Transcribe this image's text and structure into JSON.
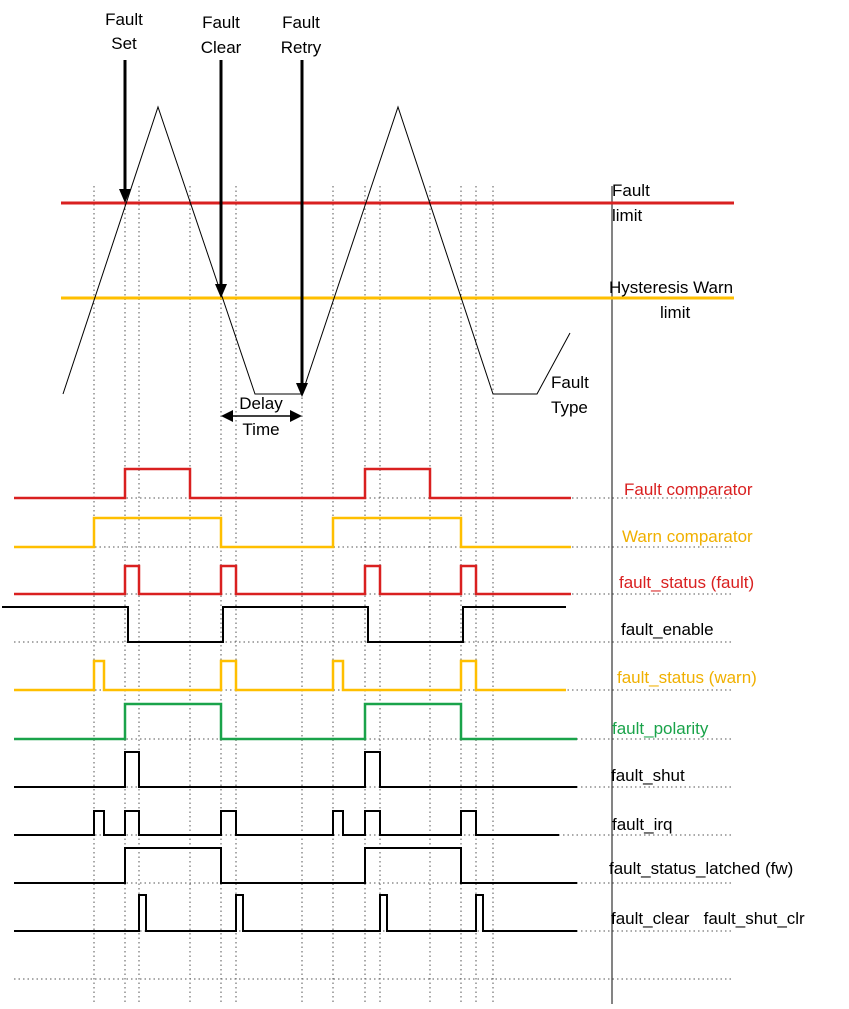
{
  "colors": {
    "red": "#d92020",
    "amber": "#ffbf00",
    "green": "#1aa34a",
    "black": "#000000",
    "grid": "#555555"
  },
  "top_labels": {
    "fault_set": [
      "Fault",
      "Set"
    ],
    "fault_clear": [
      "Fault",
      "Clear"
    ],
    "fault_retry": [
      "Fault",
      "Retry"
    ]
  },
  "thresholds": {
    "fault_limit": [
      "Fault",
      "limit"
    ],
    "hysteresis_warn": [
      "Hysteresis Warn",
      "limit"
    ],
    "fault_type": [
      "Fault",
      "Type"
    ],
    "delay_time": [
      "Delay",
      "Time"
    ]
  },
  "signals": [
    {
      "name": "Fault comparator",
      "color": "red"
    },
    {
      "name": "Warn comparator",
      "color": "amber"
    },
    {
      "name": "fault_status (fault)",
      "color": "red"
    },
    {
      "name": "fault_enable",
      "color": "black"
    },
    {
      "name": "fault_status (warn)",
      "color": "amber"
    },
    {
      "name": "fault_polarity",
      "color": "green"
    },
    {
      "name": "fault_shut",
      "color": "black"
    },
    {
      "name": "fault_irq",
      "color": "black"
    },
    {
      "name": "fault_status_latched (fw)",
      "color": "black"
    },
    {
      "name": "fault_clear   fault_shut_clr",
      "color": "black"
    }
  ]
}
